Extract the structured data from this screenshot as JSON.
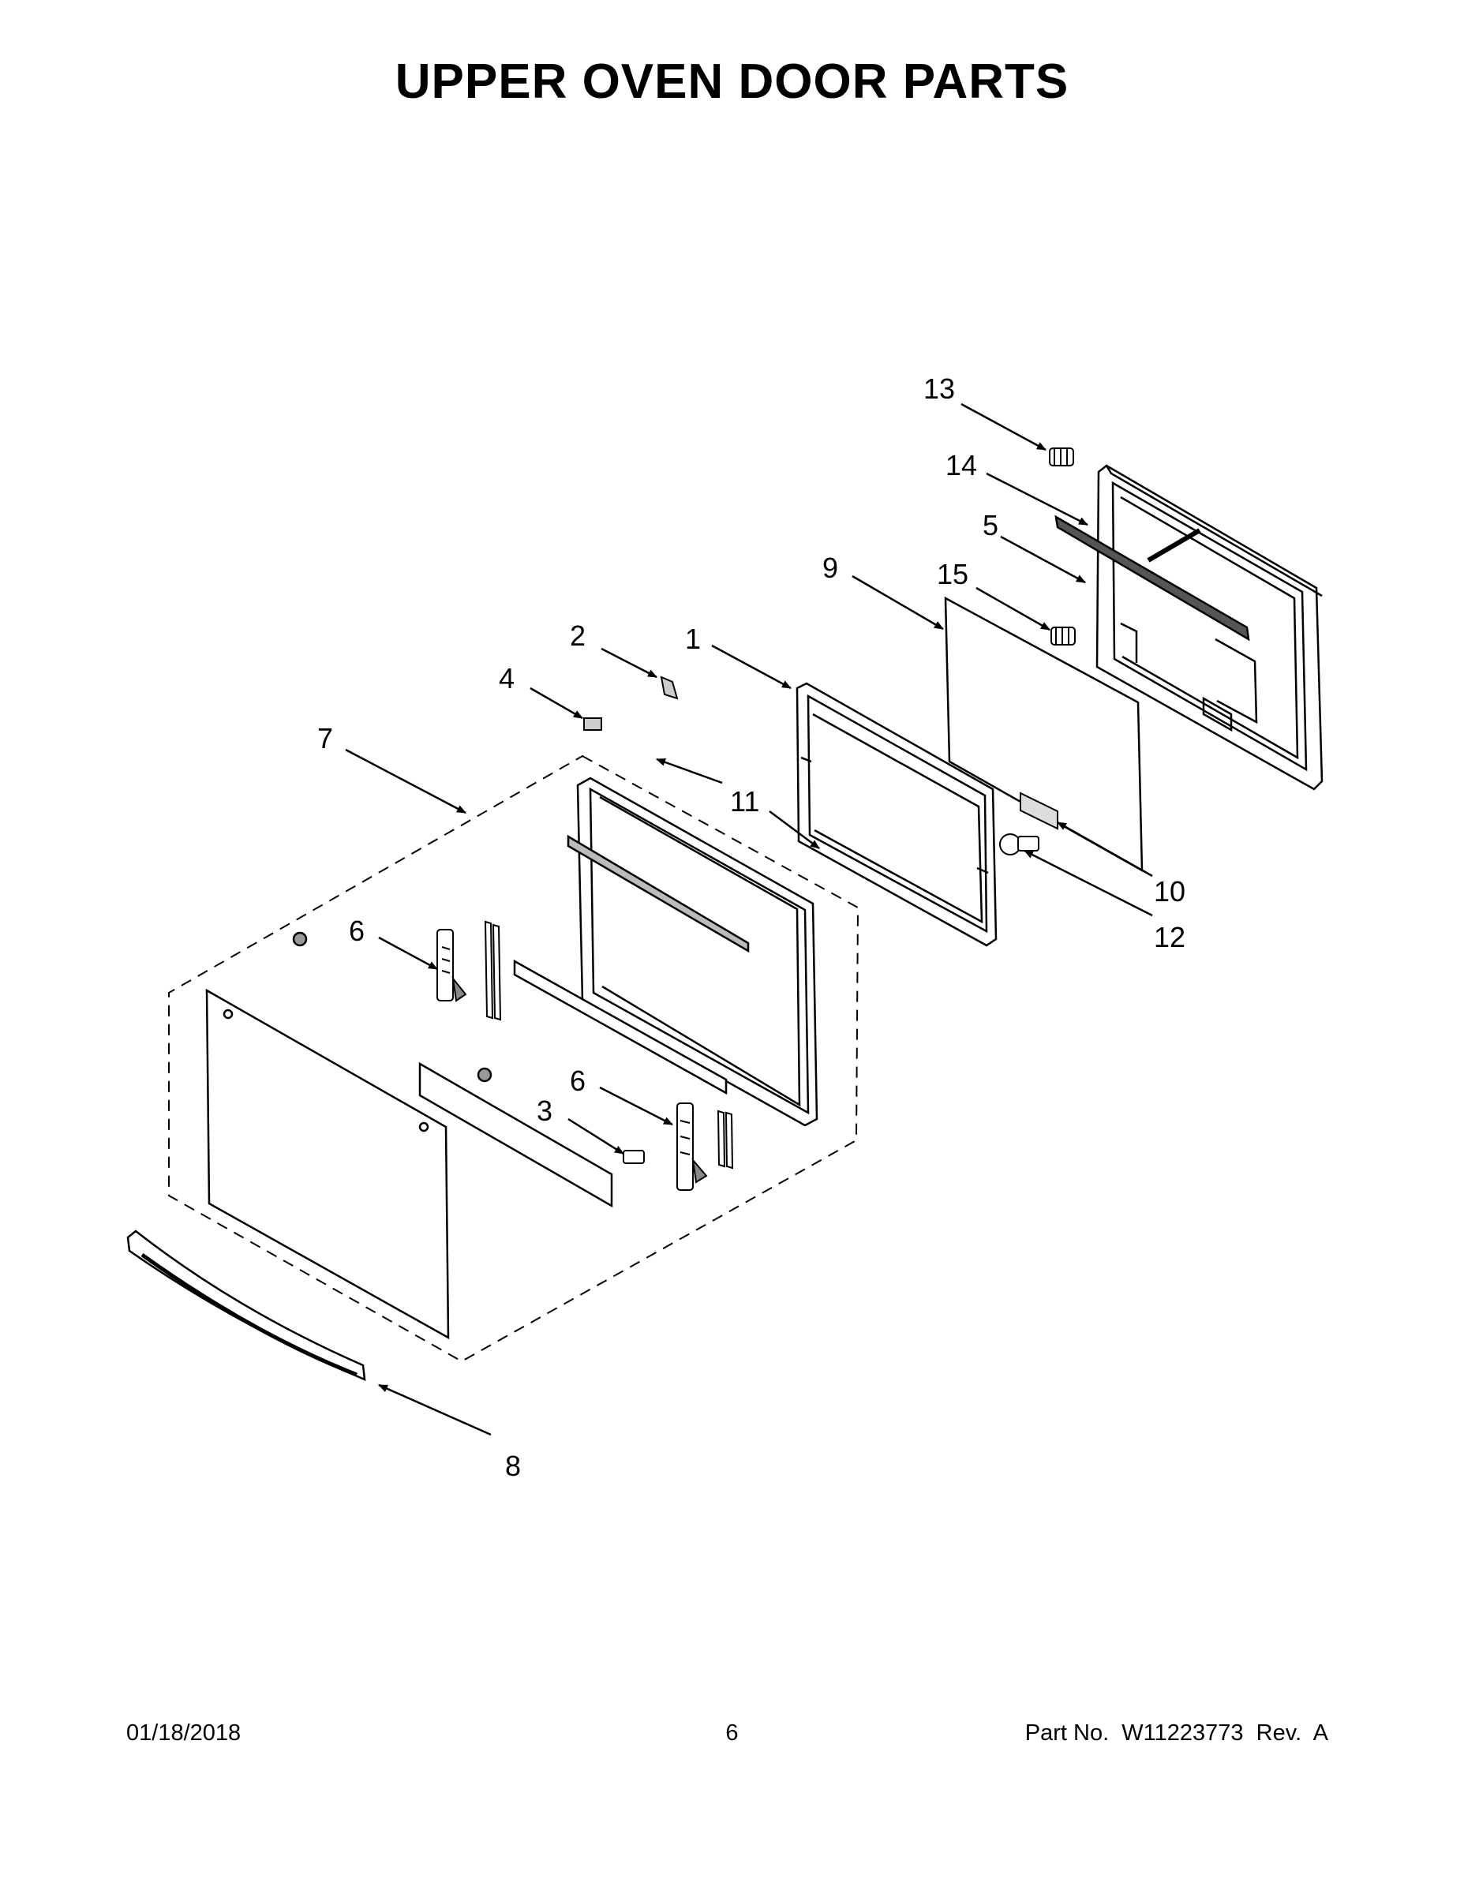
{
  "title": "UPPER OVEN DOOR PARTS",
  "callouts": [
    {
      "id": "13",
      "label": "13"
    },
    {
      "id": "14",
      "label": "14"
    },
    {
      "id": "5",
      "label": "5"
    },
    {
      "id": "9",
      "label": "9"
    },
    {
      "id": "15",
      "label": "15"
    },
    {
      "id": "2",
      "label": "2"
    },
    {
      "id": "1",
      "label": "1"
    },
    {
      "id": "4",
      "label": "4"
    },
    {
      "id": "7",
      "label": "7"
    },
    {
      "id": "11",
      "label": "11"
    },
    {
      "id": "10",
      "label": "10"
    },
    {
      "id": "12",
      "label": "12"
    },
    {
      "id": "6a",
      "label": "6"
    },
    {
      "id": "6b",
      "label": "6"
    },
    {
      "id": "3",
      "label": "3"
    },
    {
      "id": "8",
      "label": "8"
    }
  ],
  "footer": {
    "date": "01/18/2018",
    "page": "6",
    "part_prefix": "Part No.",
    "part_number": "W11223773",
    "revision": "Rev.  A"
  }
}
